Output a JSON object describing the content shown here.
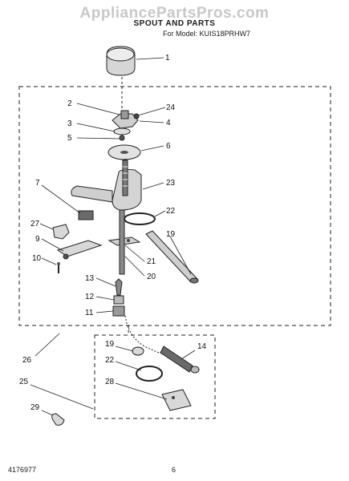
{
  "header": {
    "watermark": "AppliancePartsPros.com",
    "section_title": "SPOUT AND PARTS",
    "model_line": "For Model: KUIS18PRHW7"
  },
  "footer": {
    "doc_number": "4176977",
    "page_number": "6"
  },
  "callouts": [
    "1",
    "2",
    "24",
    "3",
    "4",
    "5",
    "6",
    "7",
    "23",
    "22",
    "27",
    "9",
    "19",
    "10",
    "21",
    "20",
    "13",
    "12",
    "11",
    "26",
    "19",
    "14",
    "22",
    "25",
    "28",
    "29"
  ],
  "colors": {
    "line": "#222222",
    "part_fill": "#d4d4d4",
    "dark_fill": "#6a6a6a",
    "watermark": "#c8c8c8"
  }
}
